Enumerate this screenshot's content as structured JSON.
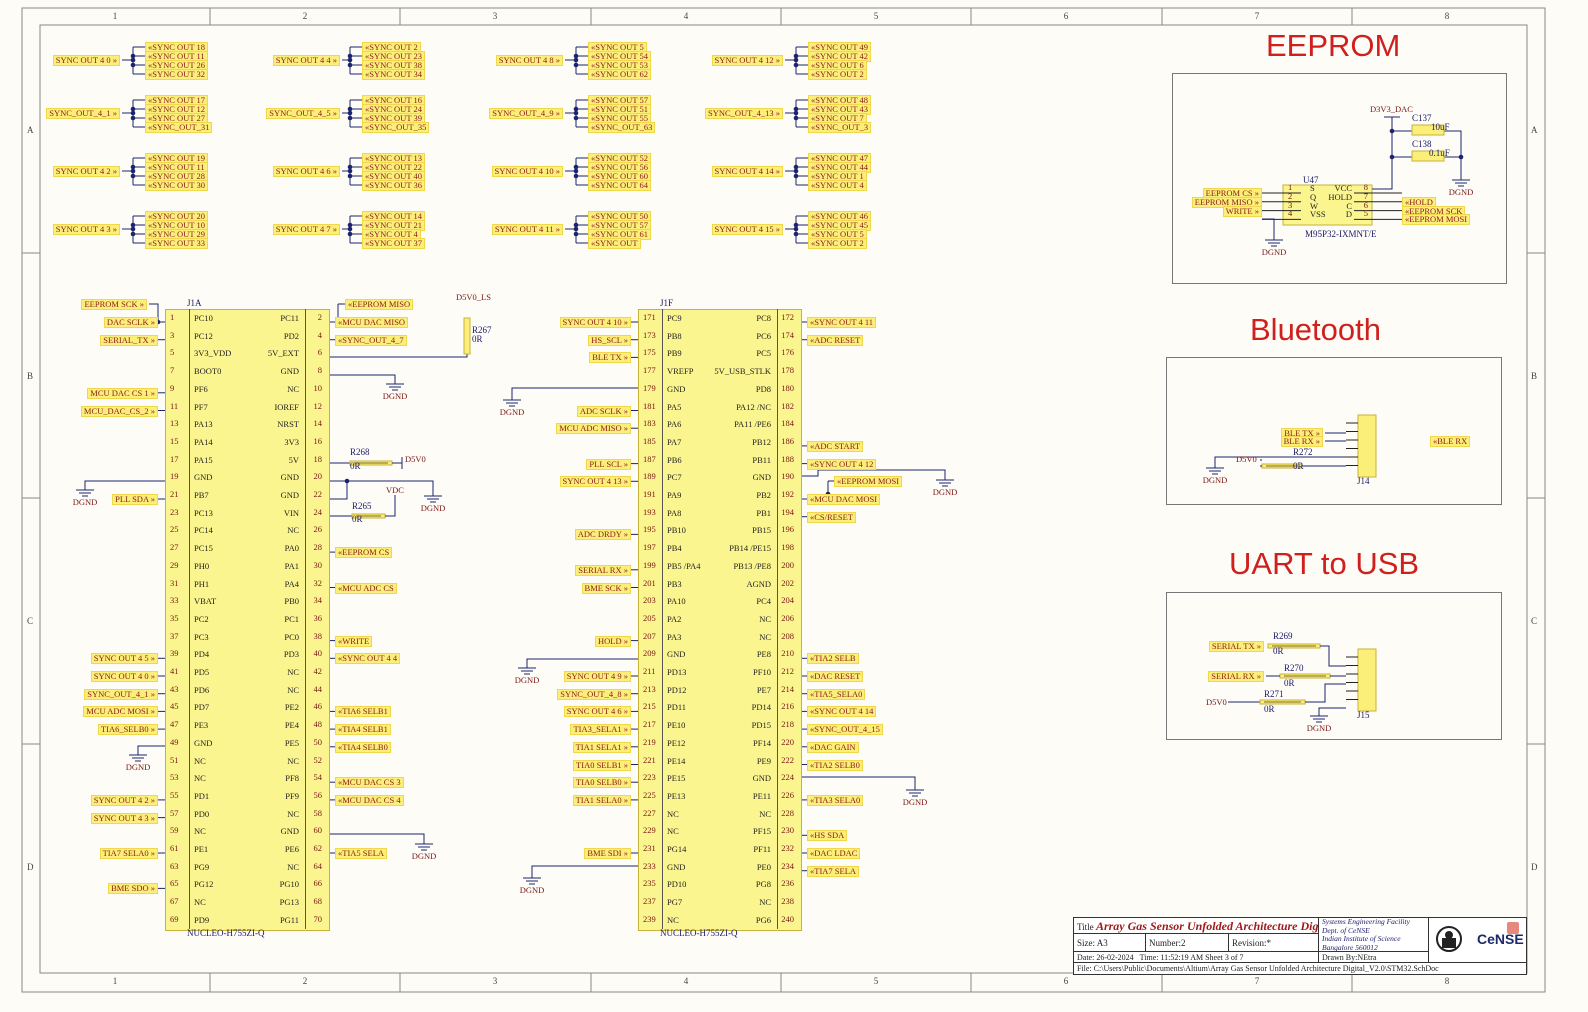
{
  "border": {
    "columns": [
      "1",
      "2",
      "3",
      "4",
      "5",
      "6",
      "7",
      "8"
    ],
    "rows": [
      "A",
      "B",
      "C",
      "D"
    ]
  },
  "dgnd": "DGND",
  "sync_groups": [
    {
      "source": "SYNC OUT 4 0",
      "targets": [
        "SYNC OUT 18",
        "SYNC OUT 11",
        "SYNC OUT 26",
        "SYNC OUT 32"
      ]
    },
    {
      "source": "SYNC_OUT_4_1",
      "targets": [
        "SYNC OUT 17",
        "SYNC OUT 12",
        "SYNC OUT 27",
        "SYNC_OUT_31"
      ]
    },
    {
      "source": "SYNC OUT 4 2",
      "targets": [
        "SYNC OUT 19",
        "SYNC OUT 11",
        "SYNC OUT 28",
        "SYNC OUT 30"
      ]
    },
    {
      "source": "SYNC OUT 4 3",
      "targets": [
        "SYNC OUT 20",
        "SYNC OUT 10",
        "SYNC OUT 29",
        "SYNC OUT 33"
      ]
    },
    {
      "source": "SYNC OUT 4 4",
      "targets": [
        "SYNC OUT 2",
        "SYNC OUT 23",
        "SYNC OUT 38",
        "SYNC OUT 34"
      ]
    },
    {
      "source": "SYNC_OUT_4_5",
      "targets": [
        "SYNC OUT 16",
        "SYNC OUT 24",
        "SYNC OUT 39",
        "SYNC_OUT_35"
      ]
    },
    {
      "source": "SYNC OUT 4 6",
      "targets": [
        "SYNC OUT 13",
        "SYNC OUT 22",
        "SYNC OUT 40",
        "SYNC OUT 36"
      ]
    },
    {
      "source": "SYNC OUT 4 7",
      "targets": [
        "SYNC OUT 14",
        "SYNC OUT 21",
        "SYNC OUT 4",
        "SYNC OUT 37"
      ]
    },
    {
      "source": "SYNC OUT 4 8",
      "targets": [
        "SYNC OUT 5",
        "SYNC OUT 54",
        "SYNC OUT 53",
        "SYNC OUT 62"
      ]
    },
    {
      "source": "SYNC_OUT_4_9",
      "targets": [
        "SYNC OUT 57",
        "SYNC OUT 51",
        "SYNC OUT 55",
        "SYNC_OUT_63"
      ]
    },
    {
      "source": "SYNC OUT 4 10",
      "targets": [
        "SYNC OUT 52",
        "SYNC OUT 56",
        "SYNC OUT 60",
        "SYNC OUT 64"
      ]
    },
    {
      "source": "SYNC OUT 4 11",
      "targets": [
        "SYNC OUT 50",
        "SYNC OUT 57",
        "SYNC OUT 61",
        "SYNC OUT"
      ]
    },
    {
      "source": "SYNC OUT 4 12",
      "targets": [
        "SYNC OUT 49",
        "SYNC OUT 42",
        "SYNC OUT 6",
        "SYNC OUT 2"
      ]
    },
    {
      "source": "SYNC_OUT_4_13",
      "targets": [
        "SYNC OUT 48",
        "SYNC OUT 43",
        "SYNC OUT 7",
        "SYNC_OUT_3"
      ]
    },
    {
      "source": "SYNC OUT 4 14",
      "targets": [
        "SYNC OUT 47",
        "SYNC OUT 44",
        "SYNC OUT 1",
        "SYNC OUT 4"
      ]
    },
    {
      "source": "SYNC OUT 4 15",
      "targets": [
        "SYNC OUT 46",
        "SYNC OUT 45",
        "SYNC OUT 5",
        "SYNC OUT 2"
      ]
    }
  ],
  "j1a": {
    "ref": "J1A",
    "part": "NUCLEO-H755ZI-Q",
    "extra_left": "EEPROM SCK",
    "extra_right": "EEPROM MISO",
    "left": [
      [
        "1",
        "PC10",
        "DAC SCLK"
      ],
      [
        "3",
        "PC12",
        "SERIAL_TX"
      ],
      [
        "5",
        "3V3_VDD",
        ""
      ],
      [
        "7",
        "BOOT0",
        ""
      ],
      [
        "9",
        "PF6",
        "MCU DAC CS 1"
      ],
      [
        "11",
        "PF7",
        "MCU_DAC_CS_2"
      ],
      [
        "13",
        "PA13",
        ""
      ],
      [
        "15",
        "PA14",
        ""
      ],
      [
        "17",
        "PA15",
        ""
      ],
      [
        "19",
        "GND",
        ""
      ],
      [
        "21",
        "PB7",
        "PLL SDA"
      ],
      [
        "23",
        "PC13",
        ""
      ],
      [
        "25",
        "PC14",
        ""
      ],
      [
        "27",
        "PC15",
        ""
      ],
      [
        "29",
        "PH0",
        ""
      ],
      [
        "31",
        "PH1",
        ""
      ],
      [
        "33",
        "VBAT",
        ""
      ],
      [
        "35",
        "PC2",
        ""
      ],
      [
        "37",
        "PC3",
        ""
      ],
      [
        "39",
        "PD4",
        "SYNC OUT 4 5"
      ],
      [
        "41",
        "PD5",
        "SYNC OUT 4 0"
      ],
      [
        "43",
        "PD6",
        "SYNC_OUT_4_1"
      ],
      [
        "45",
        "PD7",
        "MCU ADC MOSI"
      ],
      [
        "47",
        "PE3",
        "TIA6_SELB0"
      ],
      [
        "49",
        "GND",
        ""
      ],
      [
        "51",
        "NC",
        ""
      ],
      [
        "53",
        "NC",
        ""
      ],
      [
        "55",
        "PD1",
        "SYNC OUT 4 2"
      ],
      [
        "57",
        "PD0",
        "SYNC OUT 4 3"
      ],
      [
        "59",
        "NC",
        ""
      ],
      [
        "61",
        "PE1",
        "TIA7 SELA0"
      ],
      [
        "63",
        "PG9",
        ""
      ],
      [
        "65",
        "PG12",
        "BME SDO"
      ],
      [
        "67",
        "NC",
        ""
      ],
      [
        "69",
        "PD9",
        ""
      ]
    ],
    "right": [
      [
        "2",
        "PC11",
        "MCU DAC MISO"
      ],
      [
        "4",
        "PD2",
        "SYNC_OUT_4_7"
      ],
      [
        "6",
        "5V_EXT",
        ""
      ],
      [
        "8",
        "GND",
        ""
      ],
      [
        "10",
        "NC",
        ""
      ],
      [
        "12",
        "IOREF",
        ""
      ],
      [
        "14",
        "NRST",
        ""
      ],
      [
        "16",
        "3V3",
        ""
      ],
      [
        "18",
        "5V",
        ""
      ],
      [
        "20",
        "GND",
        ""
      ],
      [
        "22",
        "GND",
        ""
      ],
      [
        "24",
        "VIN",
        ""
      ],
      [
        "26",
        "NC",
        ""
      ],
      [
        "28",
        "PA0",
        "EEPROM CS"
      ],
      [
        "30",
        "PA1",
        ""
      ],
      [
        "32",
        "PA4",
        "MCU ADC CS"
      ],
      [
        "34",
        "PB0",
        ""
      ],
      [
        "36",
        "PC1",
        ""
      ],
      [
        "38",
        "PC0",
        "WRITE"
      ],
      [
        "40",
        "PD3",
        "SYNC OUT 4 4"
      ],
      [
        "42",
        "NC",
        ""
      ],
      [
        "44",
        "NC",
        ""
      ],
      [
        "46",
        "PE2",
        "TIA6 SELB1"
      ],
      [
        "48",
        "PE4",
        "TIA4 SELB1"
      ],
      [
        "50",
        "PE5",
        "TIA4 SELB0"
      ],
      [
        "52",
        "NC",
        ""
      ],
      [
        "54",
        "PF8",
        "MCU DAC CS 3"
      ],
      [
        "56",
        "PF9",
        "MCU DAC CS 4"
      ],
      [
        "58",
        "NC",
        ""
      ],
      [
        "60",
        "GND",
        ""
      ],
      [
        "62",
        "PE6",
        "TIA5 SELA"
      ],
      [
        "64",
        "NC",
        ""
      ],
      [
        "66",
        "PG10",
        ""
      ],
      [
        "68",
        "PG13",
        ""
      ],
      [
        "70",
        "PG11",
        ""
      ]
    ]
  },
  "j1f": {
    "ref": "J1F",
    "part": "NUCLEO-H755ZI-Q",
    "extra_right": "EEPROM MOSI",
    "left": [
      [
        "171",
        "PC9",
        "SYNC OUT 4 10"
      ],
      [
        "173",
        "PB8",
        "HS_SCL"
      ],
      [
        "175",
        "PB9",
        "BLE TX"
      ],
      [
        "177",
        "VREFP",
        ""
      ],
      [
        "179",
        "GND",
        ""
      ],
      [
        "181",
        "PA5",
        "ADC SCLK"
      ],
      [
        "183",
        "PA6",
        "MCU ADC MISO"
      ],
      [
        "185",
        "PA7",
        ""
      ],
      [
        "187",
        "PB6",
        "PLL SCL"
      ],
      [
        "189",
        "PC7",
        "SYNC OUT 4 13"
      ],
      [
        "191",
        "PA9",
        ""
      ],
      [
        "193",
        "PA8",
        ""
      ],
      [
        "195",
        "PB10",
        "ADC DRDY"
      ],
      [
        "197",
        "PB4",
        ""
      ],
      [
        "199",
        "PB5 /PA4",
        "SERIAL RX"
      ],
      [
        "201",
        "PB3",
        "BME SCK"
      ],
      [
        "203",
        "PA10",
        ""
      ],
      [
        "205",
        "PA2",
        ""
      ],
      [
        "207",
        "PA3",
        "HOLD"
      ],
      [
        "209",
        "GND",
        ""
      ],
      [
        "211",
        "PD13",
        "SYNC OUT 4 9"
      ],
      [
        "213",
        "PD12",
        "SYNC_OUT_4_8"
      ],
      [
        "215",
        "PD11",
        "SYNC OUT 4 6"
      ],
      [
        "217",
        "PE10",
        "TIA3_SELA1"
      ],
      [
        "219",
        "PE12",
        "TIA1 SELA1"
      ],
      [
        "221",
        "PE14",
        "TIA0 SELB1"
      ],
      [
        "223",
        "PE15",
        "TIA0 SELB0"
      ],
      [
        "225",
        "PE13",
        "TIA1 SELA0"
      ],
      [
        "227",
        "NC",
        ""
      ],
      [
        "229",
        "NC",
        ""
      ],
      [
        "231",
        "PG14",
        "BME SDI"
      ],
      [
        "233",
        "GND",
        ""
      ],
      [
        "235",
        "PD10",
        ""
      ],
      [
        "237",
        "PG7",
        ""
      ],
      [
        "239",
        "NC",
        ""
      ]
    ],
    "right": [
      [
        "172",
        "PC8",
        "SYNC OUT 4 11"
      ],
      [
        "174",
        "PC6",
        "ADC RESET"
      ],
      [
        "176",
        "PC5",
        ""
      ],
      [
        "178",
        "5V_USB_STLK",
        ""
      ],
      [
        "180",
        "PD8",
        ""
      ],
      [
        "182",
        "PA12 /NC",
        ""
      ],
      [
        "184",
        "PA11 /PE6",
        ""
      ],
      [
        "186",
        "PB12",
        "ADC START"
      ],
      [
        "188",
        "PB11",
        "SYNC OUT 4 12"
      ],
      [
        "190",
        "GND",
        ""
      ],
      [
        "192",
        "PB2",
        "MCU DAC MOSI"
      ],
      [
        "194",
        "PB1",
        "CS/RESET"
      ],
      [
        "196",
        "PB15",
        ""
      ],
      [
        "198",
        "PB14 /PE15",
        ""
      ],
      [
        "200",
        "PB13 /PE8",
        ""
      ],
      [
        "202",
        "AGND",
        ""
      ],
      [
        "204",
        "PC4",
        ""
      ],
      [
        "206",
        "NC",
        ""
      ],
      [
        "208",
        "NC",
        ""
      ],
      [
        "210",
        "PE8",
        "TIA2 SELB"
      ],
      [
        "212",
        "PF10",
        "DAC RESET"
      ],
      [
        "214",
        "PE7",
        "TIA5_SELA0"
      ],
      [
        "216",
        "PD14",
        "SYNC OUT 4 14"
      ],
      [
        "218",
        "PD15",
        "SYNC_OUT_4_15"
      ],
      [
        "220",
        "PF14",
        "DAC GAIN"
      ],
      [
        "222",
        "PE9",
        "TIA2 SELB0"
      ],
      [
        "224",
        "GND",
        ""
      ],
      [
        "226",
        "PE11",
        "TIA3 SELA0"
      ],
      [
        "228",
        "NC",
        ""
      ],
      [
        "230",
        "PF15",
        "HS SDA"
      ],
      [
        "232",
        "PF11",
        "DAC LDAC"
      ],
      [
        "234",
        "PE0",
        "TIA7 SELA"
      ],
      [
        "236",
        "PG8",
        ""
      ],
      [
        "238",
        "NC",
        ""
      ],
      [
        "240",
        "PG6",
        ""
      ]
    ]
  },
  "passives": {
    "r267": {
      "ref": "R267",
      "val": "0R",
      "net": "D5V0_LS"
    },
    "r268": {
      "ref": "R268",
      "val": "0R",
      "net": "D5V0"
    },
    "r265": {
      "ref": "R265",
      "val": "0R",
      "net": "VDC"
    }
  },
  "eeprom": {
    "title": "EEPROM",
    "ref": "U47",
    "part": "M95P32-IXMNT/E",
    "supply": "D3V3_DAC",
    "c137": {
      "ref": "C137",
      "val": "10uF"
    },
    "c138": {
      "ref": "C138",
      "val": "0.1uF"
    },
    "left": [
      [
        "1",
        "S",
        "EEPROM CS"
      ],
      [
        "2",
        "Q",
        "EEPROM MISO"
      ],
      [
        "3",
        "W",
        "WRITE"
      ],
      [
        "4",
        "VSS",
        ""
      ]
    ],
    "right": [
      [
        "8",
        "VCC",
        ""
      ],
      [
        "7",
        "HOLD",
        "HOLD"
      ],
      [
        "6",
        "C",
        "EEPROM SCK"
      ],
      [
        "5",
        "D",
        "EEPROM MOSI"
      ]
    ]
  },
  "bluetooth": {
    "title": "Bluetooth",
    "ref": "J14",
    "tx": "BLE TX",
    "rx": "BLE RX",
    "rx_port": "BLE RX",
    "r": "R272",
    "rval": "0R",
    "supply": "D5V0"
  },
  "uart": {
    "title": "UART to USB",
    "ref": "J15",
    "tx": "SERIAL TX",
    "rx": "SERIAL RX",
    "supply": "D5V0",
    "r269": {
      "ref": "R269",
      "val": "0R"
    },
    "r270": {
      "ref": "R270",
      "val": "0R"
    },
    "r271": {
      "ref": "R271",
      "val": "0R"
    }
  },
  "title_block": {
    "title_label": "Title",
    "title": "Array Gas Sensor Unfolded Architecture Digital",
    "size_label": "Size:",
    "size": "A3",
    "number": "Number:2",
    "revision": "Revision:*",
    "date_label": "Date:",
    "date": "26-02-2024",
    "time": "Time: 11:52:19 AM",
    "sheet": "Sheet 3   of  7",
    "org1": "Systems Engineering Facility",
    "org2": "Dept. of CeNSE",
    "org3": "Indian Institute of Science",
    "org4": "Bangalore 560012",
    "drawn": "Drawn By:NEtra",
    "logo_text": "CeNSE",
    "file_label": "File:",
    "file": "C:\\Users\\Public\\Documents\\Altium\\Array Gas Sensor Unfolded Architecture Digital_V2.0\\STM32.SchDoc"
  }
}
